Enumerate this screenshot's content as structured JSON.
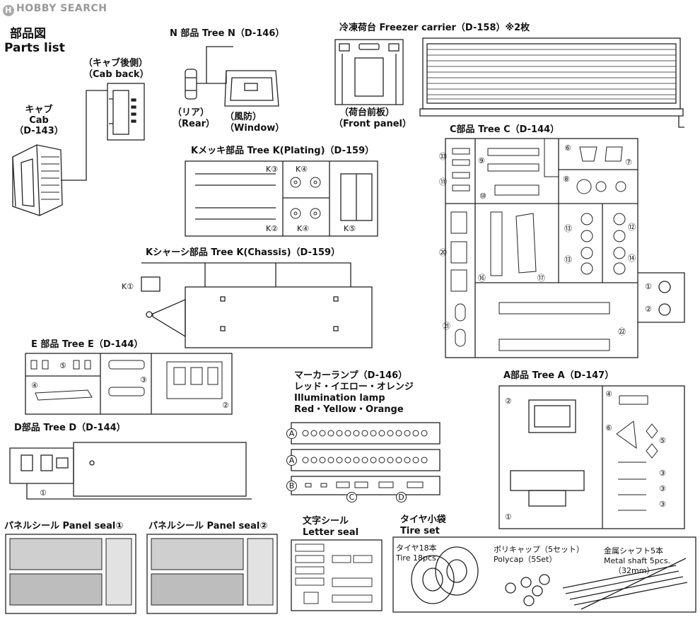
{
  "watermark": "HOBBY SEARCH",
  "parts_list": {
    "jp": "部品図",
    "en": "Parts list"
  },
  "cab_back": {
    "jp": "（キャブ後側）",
    "en": "（Cab back）"
  },
  "cab": {
    "jp": "キャブ",
    "en": "Cab",
    "code": "（D-143）"
  },
  "tree_n": {
    "title": "N 部品 Tree N（D-146）",
    "rear_jp": "（リア）",
    "rear_en": "（Rear）",
    "window_jp": "（風防）",
    "window_en": "（Window）"
  },
  "freezer": {
    "title": "冷凍荷台 Freezer carrier（D-158）※2枚",
    "front_jp": "（荷台前板）",
    "front_en": "（Front panel）"
  },
  "tree_k_plating": {
    "title": "Kメッキ部品 Tree K(Plating)（D-159）",
    "k3": "K③",
    "k4a": "K④",
    "k4b": "K④",
    "k2": "K②",
    "k5": "K⑤"
  },
  "tree_k_chassis": {
    "title": "Kシャーシ部品 Tree K(Chassis)（D-159）",
    "k1": "K①"
  },
  "tree_c": {
    "title": "C部品 Tree C（D-144）",
    "nums": [
      "㉝",
      "⑪",
      "⑨",
      "⑩",
      "⑥",
      "⑦",
      "⑧",
      "⑬",
      "⑬",
      "⑫",
      "⑭",
      "⑳",
      "⑯",
      "⑰",
      "①",
      "②",
      "㉑",
      "㉒"
    ]
  },
  "tree_e": {
    "title": "E 部品 Tree E（D-144）",
    "n5": "⑤",
    "n4": "④",
    "n3": "③",
    "n2": "②"
  },
  "tree_d": {
    "title": "D部品 Tree D（D-144）",
    "n1": "①"
  },
  "marker": {
    "l1": "マーカーランプ（D-146）",
    "l2": "レッド・イエロー・オレンジ",
    "l3": "Illumination lamp",
    "l4": "Red・Yellow・Orange",
    "a1": "A",
    "a2": "A",
    "b": "B",
    "c": "C",
    "d": "D"
  },
  "tree_a": {
    "title": "A部品 Tree A（D-147）",
    "n2": "②",
    "n4": "④",
    "n6": "⑥",
    "n5": "⑤",
    "n3a": "③",
    "n3b": "③",
    "n3c": "③",
    "n1": "①"
  },
  "panel_seal_1": "パネルシール Panel seal①",
  "panel_seal_2": "パネルシール Panel seal②",
  "letter_seal": {
    "jp": "文字シール",
    "en": "Letter seal"
  },
  "tire_set": {
    "jp": "タイヤ小袋",
    "en": "Tire set",
    "tire_jp": "タイヤ18本",
    "tire_en": "Tire 18pcs.",
    "poly_jp": "ポリキャップ（5セット）",
    "poly_en": "Polycap（5Set）",
    "shaft_jp": "金属シャフト5本",
    "shaft_en": "Metal shaft 5pcs.",
    "shaft_len": "（32mm）"
  }
}
